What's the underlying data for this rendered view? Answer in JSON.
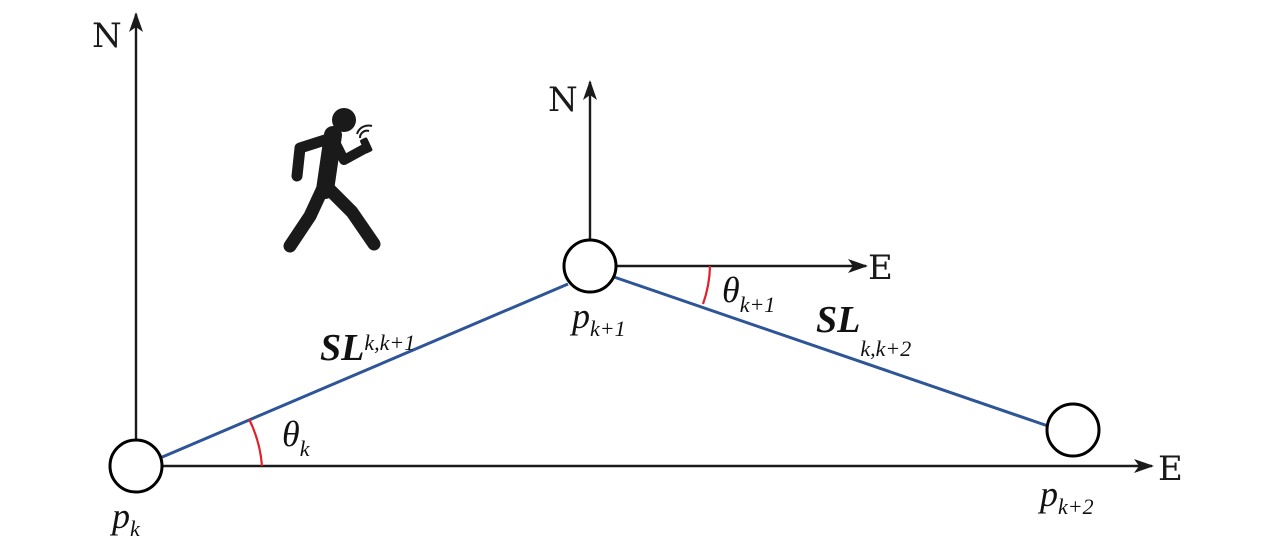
{
  "axes": {
    "left_north": "N",
    "left_east": "E",
    "mid_north": "N",
    "mid_east": "E"
  },
  "points": {
    "pk": {
      "main": "p",
      "sub": "k"
    },
    "pk1": {
      "main": "p",
      "sub": "k+1"
    },
    "pk2": {
      "main": "p",
      "sub": "k+2"
    }
  },
  "angles": {
    "theta_k": {
      "main": "θ",
      "sub": "k"
    },
    "theta_k1": {
      "main": "θ",
      "sub": "k+1"
    }
  },
  "segments": {
    "sl1": {
      "main": "SL",
      "sub": "k,k+1"
    },
    "sl2": {
      "main": "SL",
      "sub": "k,k+2"
    }
  },
  "colors": {
    "path": "#2e5597",
    "angle_arc": "#e0202a",
    "axis": "#1a1a1a"
  },
  "icons": {
    "pedestrian": "walking-person-with-phone-icon"
  }
}
